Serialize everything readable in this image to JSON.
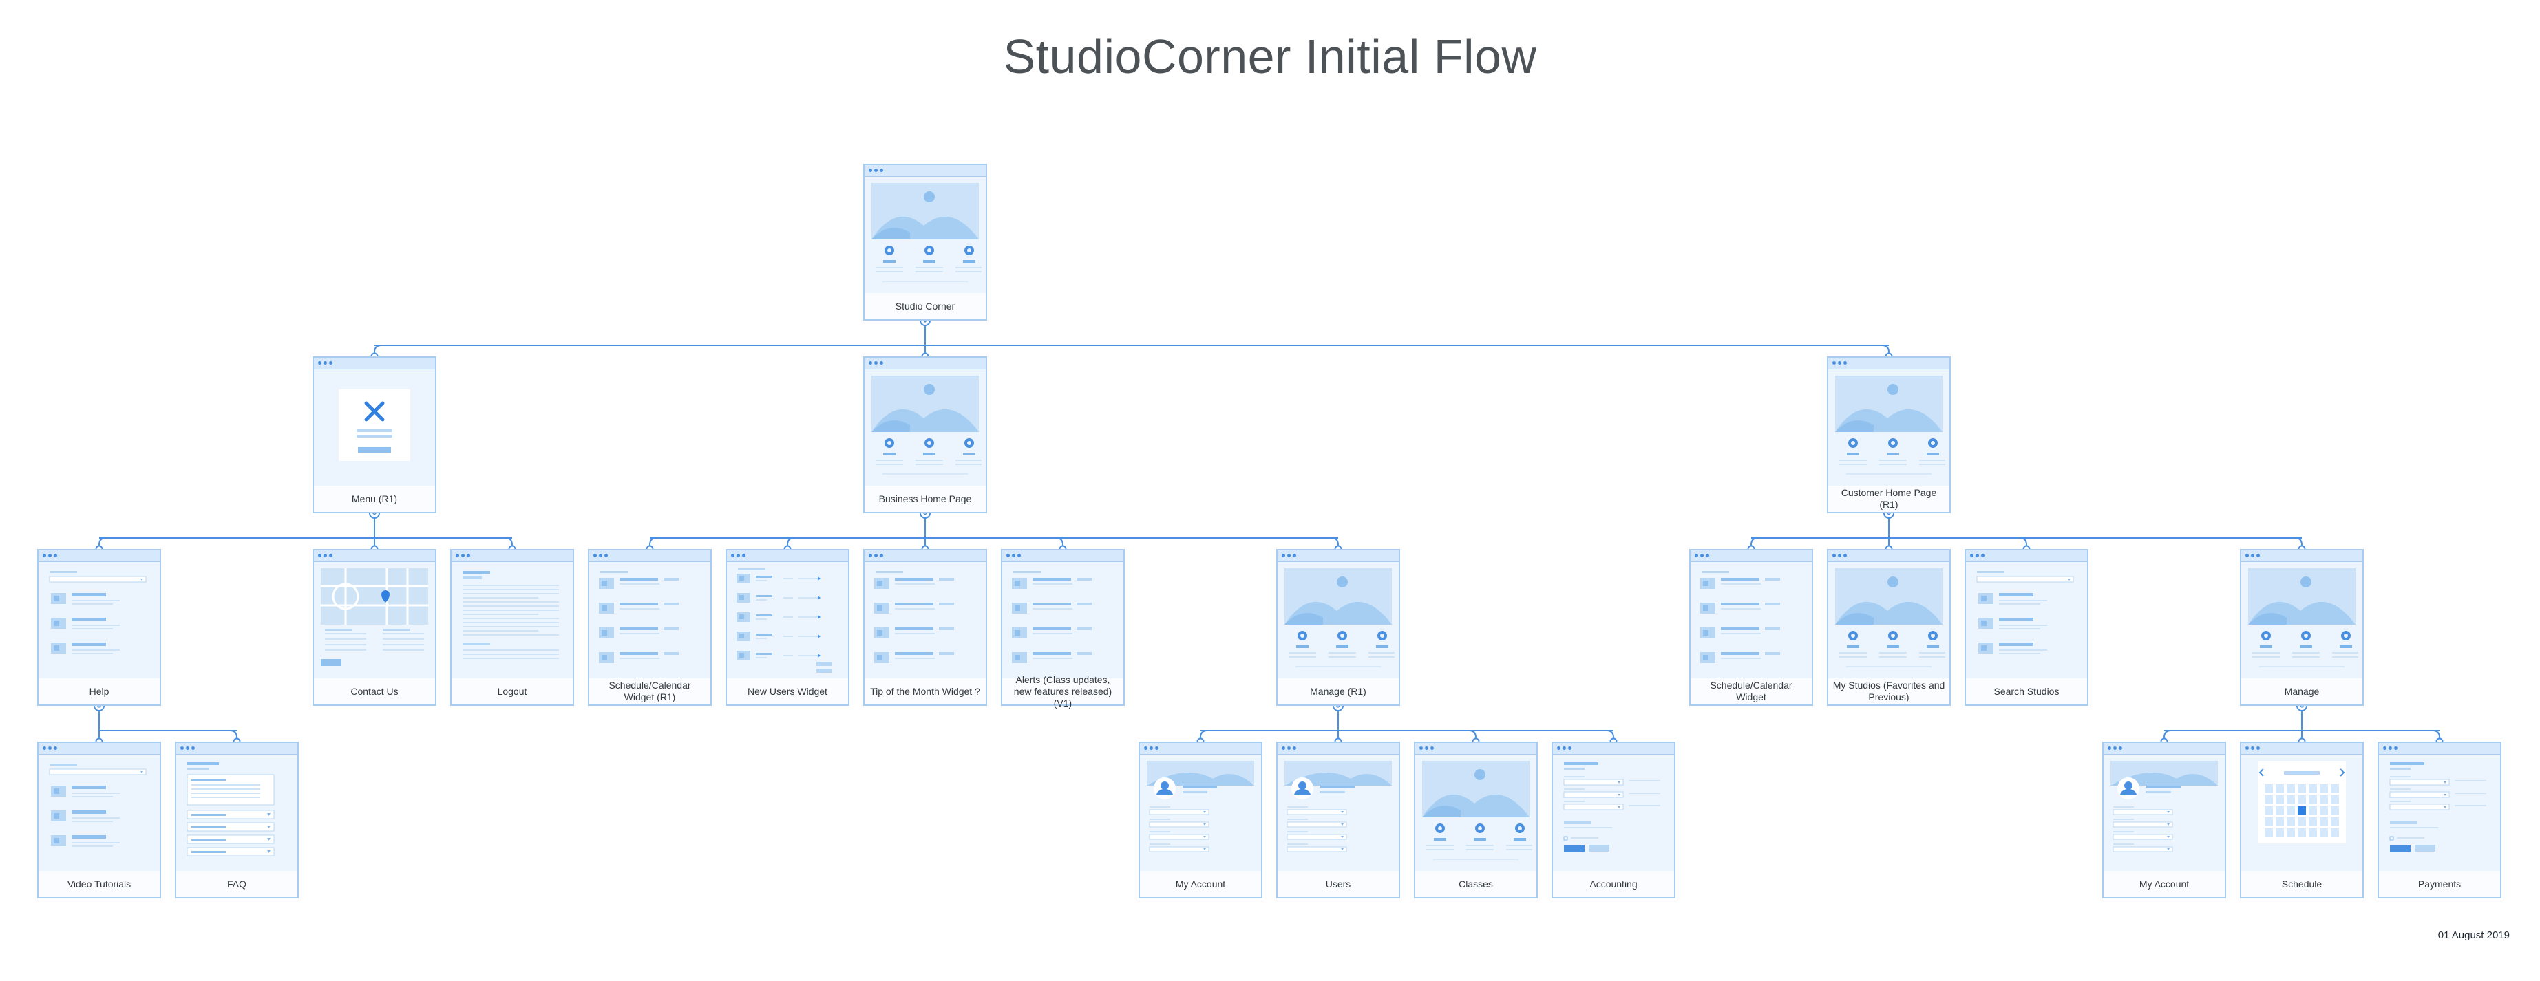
{
  "title": "StudioCorner Initial Flow",
  "date": "01 August 2019",
  "colors": {
    "accent": "#4a90e2",
    "card_fill": "#ecf4fd",
    "card_border": "#a9cdf0",
    "line": "#4a90e2"
  },
  "nodes": [
    {
      "id": "studio-corner",
      "label": "Studio Corner",
      "thumb": "home"
    },
    {
      "id": "menu",
      "label": "Menu (R1)",
      "thumb": "modal"
    },
    {
      "id": "business-home",
      "label": "Business Home Page",
      "thumb": "home"
    },
    {
      "id": "customer-home",
      "label": "Customer Home Page (R1)",
      "thumb": "home"
    },
    {
      "id": "help",
      "label": "Help",
      "thumb": "help"
    },
    {
      "id": "contact-us",
      "label": "Contact Us",
      "thumb": "map"
    },
    {
      "id": "logout",
      "label": "Logout",
      "thumb": "text"
    },
    {
      "id": "schedule-widget-r1",
      "label": "Schedule/Calendar Widget (R1)",
      "thumb": "list"
    },
    {
      "id": "new-users-widget",
      "label": "New Users Widget",
      "thumb": "arrows"
    },
    {
      "id": "tip-widget",
      "label": "Tip of the Month Widget ?",
      "thumb": "list"
    },
    {
      "id": "alerts",
      "label": "Alerts (Class updates, new features released) (V1)",
      "thumb": "list"
    },
    {
      "id": "manage-r1",
      "label": "Manage (R1)",
      "thumb": "home"
    },
    {
      "id": "schedule-widget",
      "label": "Schedule/Calendar Widget",
      "thumb": "list"
    },
    {
      "id": "my-studios",
      "label": "My Studios (Favorites and Previous)",
      "thumb": "home"
    },
    {
      "id": "search-studios",
      "label": "Search Studios",
      "thumb": "help"
    },
    {
      "id": "manage",
      "label": "Manage",
      "thumb": "home"
    },
    {
      "id": "video-tutorials",
      "label": "Video Tutorials",
      "thumb": "help"
    },
    {
      "id": "faq",
      "label": "FAQ",
      "thumb": "faq"
    },
    {
      "id": "my-account-business",
      "label": "My Account",
      "thumb": "profile"
    },
    {
      "id": "users",
      "label": "Users",
      "thumb": "profile"
    },
    {
      "id": "classes",
      "label": "Classes",
      "thumb": "home"
    },
    {
      "id": "accounting",
      "label": "Accounting",
      "thumb": "form"
    },
    {
      "id": "my-account-customer",
      "label": "My Account",
      "thumb": "profile"
    },
    {
      "id": "schedule",
      "label": "Schedule",
      "thumb": "calendar"
    },
    {
      "id": "payments",
      "label": "Payments",
      "thumb": "form"
    }
  ],
  "edges": [
    [
      "studio-corner",
      "menu"
    ],
    [
      "studio-corner",
      "business-home"
    ],
    [
      "studio-corner",
      "customer-home"
    ],
    [
      "menu",
      "help"
    ],
    [
      "menu",
      "contact-us"
    ],
    [
      "menu",
      "logout"
    ],
    [
      "business-home",
      "schedule-widget-r1"
    ],
    [
      "business-home",
      "new-users-widget"
    ],
    [
      "business-home",
      "tip-widget"
    ],
    [
      "business-home",
      "alerts"
    ],
    [
      "business-home",
      "manage-r1"
    ],
    [
      "customer-home",
      "schedule-widget"
    ],
    [
      "customer-home",
      "my-studios"
    ],
    [
      "customer-home",
      "search-studios"
    ],
    [
      "customer-home",
      "manage"
    ],
    [
      "help",
      "video-tutorials"
    ],
    [
      "help",
      "faq"
    ],
    [
      "manage-r1",
      "my-account-business"
    ],
    [
      "manage-r1",
      "users"
    ],
    [
      "manage-r1",
      "classes"
    ],
    [
      "manage-r1",
      "accounting"
    ],
    [
      "manage",
      "my-account-customer"
    ],
    [
      "manage",
      "schedule"
    ],
    [
      "manage",
      "payments"
    ]
  ]
}
